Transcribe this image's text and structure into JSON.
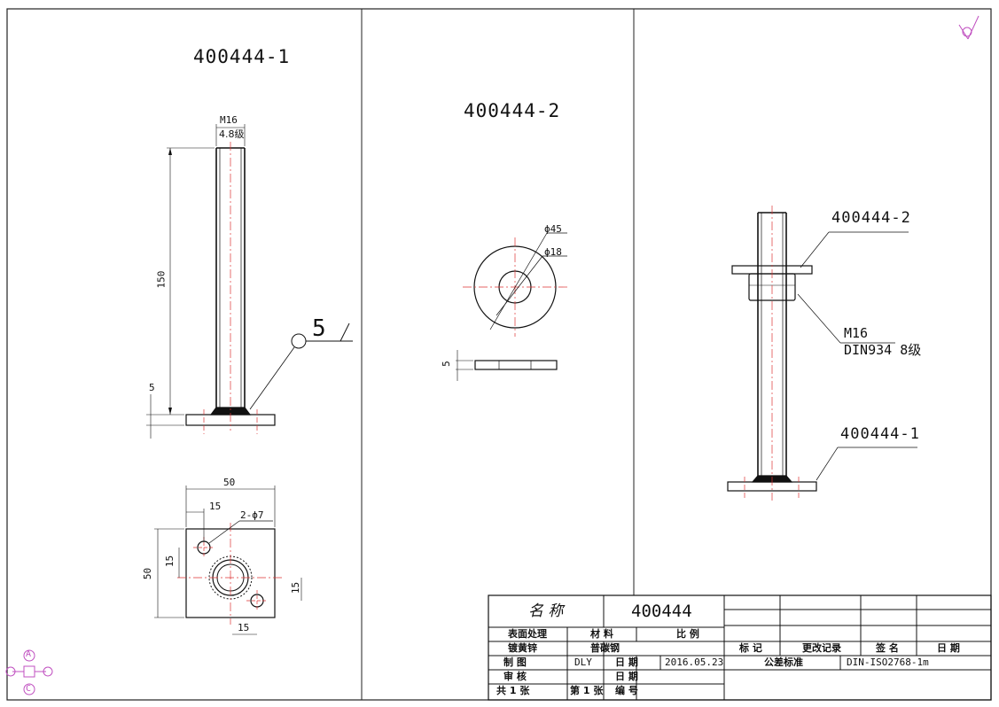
{
  "views": {
    "bolt_label": "400444-1",
    "washer_label": "400444-2",
    "bolt": {
      "thread": "M16",
      "grade": "4.8级",
      "length": "150",
      "plate_thickness": "5",
      "weld_size": "5"
    },
    "plate": {
      "width": "50",
      "height": "50",
      "hole_offset_x1": "15",
      "hole_offset_x2": "15",
      "hole_offset_y1": "15",
      "hole_offset_y2": "15",
      "hole_callout": "2-ϕ7"
    },
    "washer": {
      "outer_dia": "ϕ45",
      "inner_dia": "ϕ18",
      "thickness": "5"
    },
    "assembly": {
      "washer_ref": "400444-2",
      "nut_spec": "M16",
      "nut_standard": "DIN934 8级",
      "bolt_ref": "400444-1"
    }
  },
  "title_block": {
    "name_label": "名  称",
    "name_value": "400444",
    "surface_label": "表面处理",
    "surface_value": "镀黄锌",
    "material_label": "材   料",
    "material_value": "普碳钢",
    "scale_label": "比  例",
    "drawn_label": "制   图",
    "drawn_value": "DLY",
    "date_label": "日  期",
    "date_value": "2016.05.23",
    "check_label": "审   核",
    "check_date_label": "日  期",
    "sheets_label": "共 1 张",
    "sheet_label": "第 1 张",
    "code_label": "编  号",
    "mark_label": "标  记",
    "revision_label": "更改记录",
    "sign_label": "签  名",
    "rev_date_label": "日  期",
    "tolerance_label": "公差标准",
    "tolerance_value": "DIN-ISO2768-1m"
  },
  "symbols": {
    "datum": "A",
    "datum2": "C"
  }
}
